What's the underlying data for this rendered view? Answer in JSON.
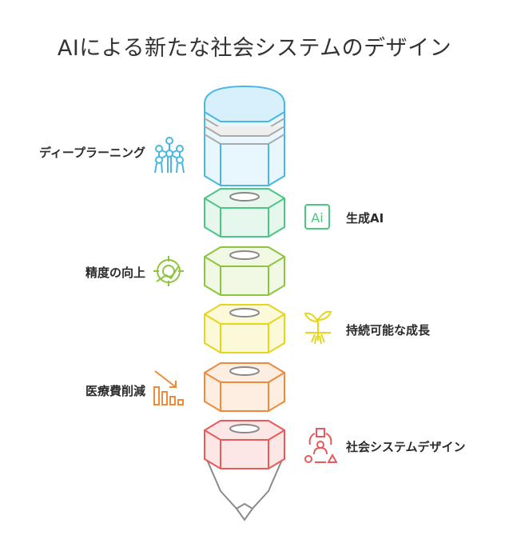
{
  "title": "AIによる新たな社会システムのデザイン",
  "colors": {
    "blue": "#49b7e6",
    "green": "#4cc585",
    "lime": "#8cc63f",
    "yellow": "#e6d61b",
    "orange": "#ee8a3a",
    "red": "#e85a5a",
    "gray": "#8a8a8a"
  },
  "items": [
    {
      "label": "ディープラーニング",
      "icon": "neural-network-icon",
      "color": "blue"
    },
    {
      "label": "生成AI",
      "icon": "ai-icon",
      "icon_text": "Ai",
      "color": "green"
    },
    {
      "label": "精度の向上",
      "icon": "target-icon",
      "color": "lime"
    },
    {
      "label": "持続可能な成長",
      "icon": "sprout-icon",
      "color": "yellow"
    },
    {
      "label": "医療費削減",
      "icon": "declining-chart-icon",
      "color": "orange"
    },
    {
      "label": "社会システムデザイン",
      "icon": "community-icon",
      "color": "red"
    }
  ]
}
